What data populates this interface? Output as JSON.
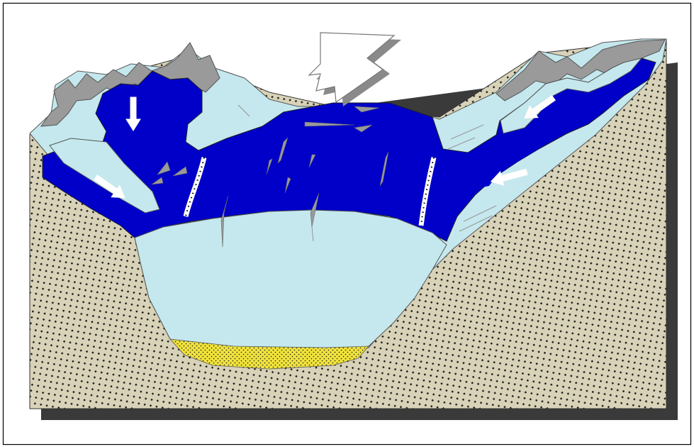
{
  "figure": {
    "kind": "glacier cross-section illustration",
    "labels": []
  },
  "colors": {
    "background": "#ffffff",
    "frame_border": "#000000",
    "bedrock": "#d8d2b8",
    "bedrock_dots": "#1a1a1a",
    "side_shadow": "#3a3a3a",
    "glacier_ice": "#0000c8",
    "light_ice": "#c4e8ee",
    "rock_peaks": "#9a9a9a",
    "sediment": "#f3e53a",
    "arrow_fill": "#ffffff",
    "arrow_shadow": "#8a8a8a"
  },
  "arrows": [
    {
      "name": "flow-arrow-upper-left",
      "direction": "down"
    },
    {
      "name": "flow-arrow-lower-left",
      "direction": "down-right"
    },
    {
      "name": "flow-arrow-upper-right",
      "direction": "down-left"
    },
    {
      "name": "flow-arrow-lower-right",
      "direction": "left"
    },
    {
      "name": "input-arrow-top",
      "direction": "down"
    }
  ]
}
